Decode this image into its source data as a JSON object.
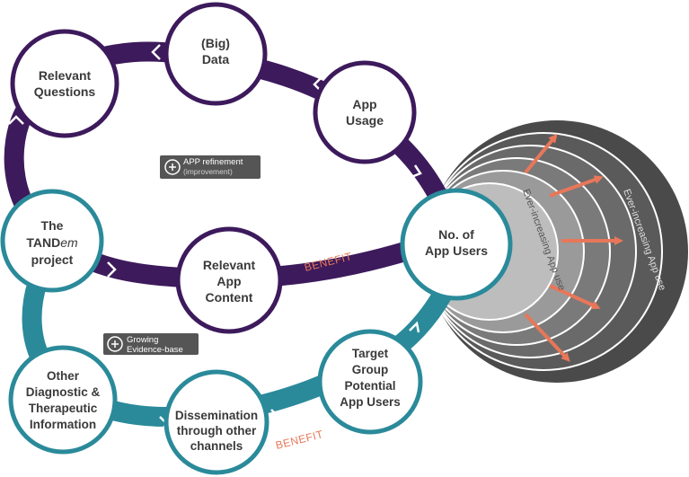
{
  "nodes": {
    "big_data": [
      "(Big)",
      "Data"
    ],
    "relevant_questions": [
      "Relevant",
      "Questions"
    ],
    "app_usage": [
      "App",
      "Usage"
    ],
    "tandem_project": {
      "line1": "The",
      "line2_prefix": "TAND",
      "line2_italic": "em",
      "line3": "project"
    },
    "relevant_app_content": [
      "Relevant",
      "App",
      "Content"
    ],
    "no_of_app_users": [
      "No. of",
      "App Users"
    ],
    "other_info": [
      "Other",
      "Diagnostic &",
      "Therapeutic",
      "Information"
    ],
    "dissemination": [
      "Dissemination",
      "through other",
      "channels"
    ],
    "target_group": [
      "Target",
      "Group",
      "Potential",
      "App Users"
    ]
  },
  "labels": {
    "app_refinement": [
      "APP refinement",
      "(improvement)"
    ],
    "growing_evidence": [
      "Growing",
      "Evidence-base"
    ]
  },
  "benefit_top": "BENEFIT",
  "benefit_bottom": "BENEFIT",
  "arc_inner": "Ever-increasing App use",
  "arc_outer": "Ever-increasing App use",
  "colors": {
    "purple": "#3d1a5c",
    "teal": "#2a8a9a",
    "node_border_purple": "#3d1a5c",
    "node_border_teal": "#2a8a9a",
    "arrow_orange": "#e8775a",
    "label_bg": "#555555"
  },
  "icons": [
    "plus-circle-icon",
    "plus-circle-icon",
    "chevron-right-icon"
  ]
}
